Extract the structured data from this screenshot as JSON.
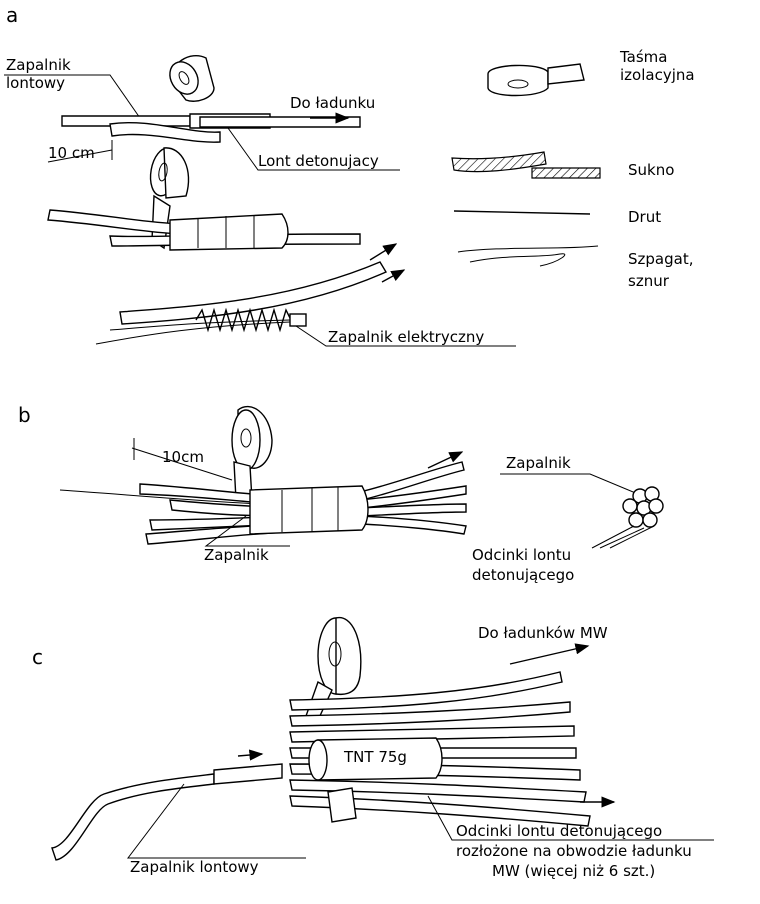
{
  "sections": {
    "a": "a",
    "b": "b",
    "c": "c"
  },
  "labels": {
    "zapalnik_lontowy_1": "Zapalnik",
    "zapalnik_lontowy_2": "lontowy",
    "do_ladunku": "Do ładunku",
    "dist_10cm_a": "10 cm",
    "lont_detonujacy": "Lont detonujacy",
    "zapalnik_elektryczny": "Zapalnik elektryczny",
    "dist_10cm_b": "10cm",
    "zapalnik_b": "Zapalnik",
    "zapalnik_cross": "Zapalnik",
    "odcinki_1": "Odcinki lontu",
    "odcinki_2": "detonującego",
    "do_ladunkow": "Do ładunków MW",
    "tnt": "TNT  75g",
    "zapalnik_lontowy_c": "Zapalnik lontowy",
    "odcinki_c_1": "Odcinki lontu detonującego",
    "odcinki_c_2": "rozłożone na obwodzie ładunku",
    "odcinki_c_3": "MW  (więcej niż  6 szt.)"
  },
  "legend": [
    {
      "icon": "tape-roll-icon",
      "label_1": "Taśma",
      "label_2": "izolacyjna"
    },
    {
      "icon": "cloth-icon",
      "label_1": "Sukno",
      "label_2": ""
    },
    {
      "icon": "wire-icon",
      "label_1": "Drut",
      "label_2": ""
    },
    {
      "icon": "string-icon",
      "label_1": "Szpagat,",
      "label_2": "sznur"
    }
  ]
}
